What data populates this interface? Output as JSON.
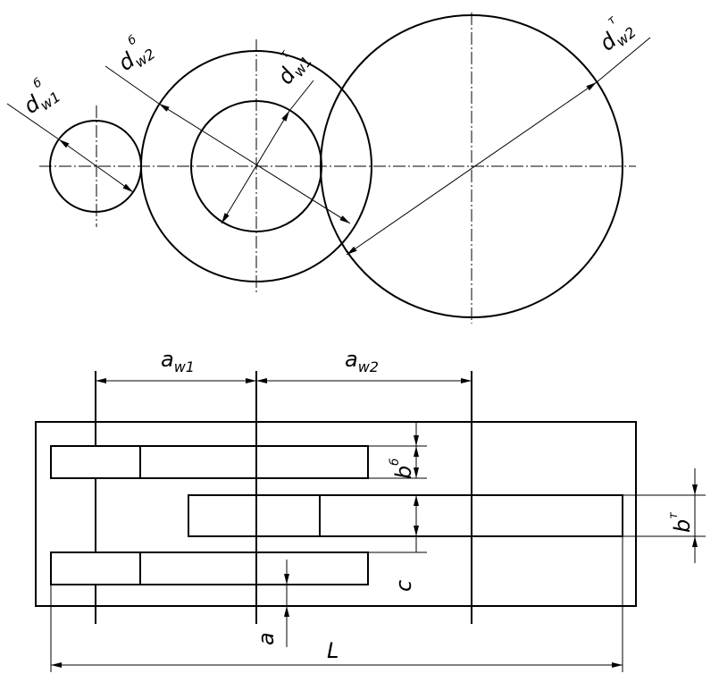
{
  "labels": {
    "dw1_fast": {
      "base": "d",
      "sub": "w1",
      "sup": "б"
    },
    "dw2_fast": {
      "base": "d",
      "sub": "w2",
      "sup": "б"
    },
    "dw1_slow": {
      "base": "d",
      "sub": "w1",
      "sup": "т"
    },
    "dw2_slow": {
      "base": "d",
      "sub": "w2",
      "sup": "т"
    },
    "aw1": {
      "base": "a",
      "sub": "w1"
    },
    "aw2": {
      "base": "a",
      "sub": "w2"
    },
    "b_fast": {
      "base": "b",
      "sup": "б"
    },
    "b_slow": {
      "base": "b",
      "sup": "т"
    },
    "c": "c",
    "a": "a",
    "L": "L"
  }
}
